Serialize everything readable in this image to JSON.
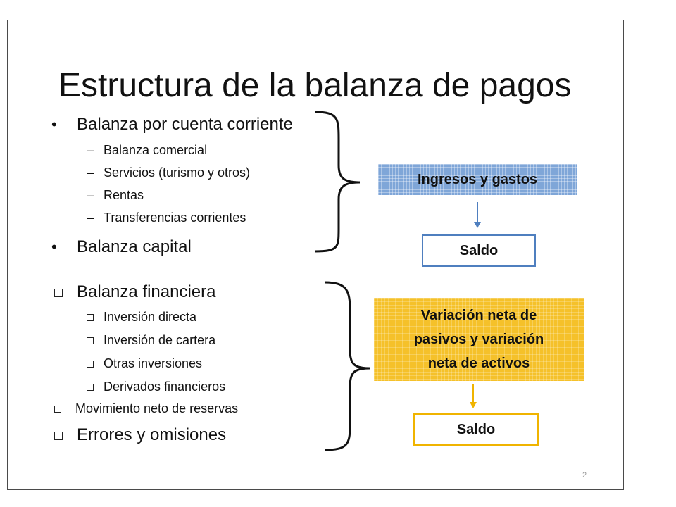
{
  "slide": {
    "title": "Estructura de la balanza de pagos",
    "page_number": "2"
  },
  "section1": {
    "items": [
      {
        "label": "Balanza por cuenta corriente",
        "sub": [
          "Balanza comercial",
          "Servicios (turismo y otros)",
          "Rentas",
          "Transferencias corrientes"
        ]
      },
      {
        "label": "Balanza capital",
        "sub": []
      }
    ],
    "box_label": "Ingresos y gastos",
    "result_label": "Saldo"
  },
  "section2": {
    "items": [
      {
        "label": "Balanza financiera",
        "sub": [
          "Inversión directa",
          "Inversión de cartera",
          "Otras inversiones",
          "Derivados financieros"
        ]
      },
      {
        "label": "Movimiento neto de reservas",
        "sub": []
      },
      {
        "label": "Errores y omisiones",
        "sub": []
      }
    ],
    "box_lines": [
      "Variación neta de",
      "pasivos y variación",
      "neta de activos"
    ],
    "result_label": "Saldo"
  },
  "colors": {
    "blue_fill": "#7fa6d8",
    "blue_border": "#4f7fbf",
    "gold_fill": "#f5c12a",
    "gold_border": "#f0b400"
  },
  "icons": {
    "bullet": "bullet-dot",
    "sub_bullet": "dash",
    "checkbox_bullet": "square-outline",
    "bracket": "curly-brace-right",
    "arrow": "arrow-down"
  }
}
